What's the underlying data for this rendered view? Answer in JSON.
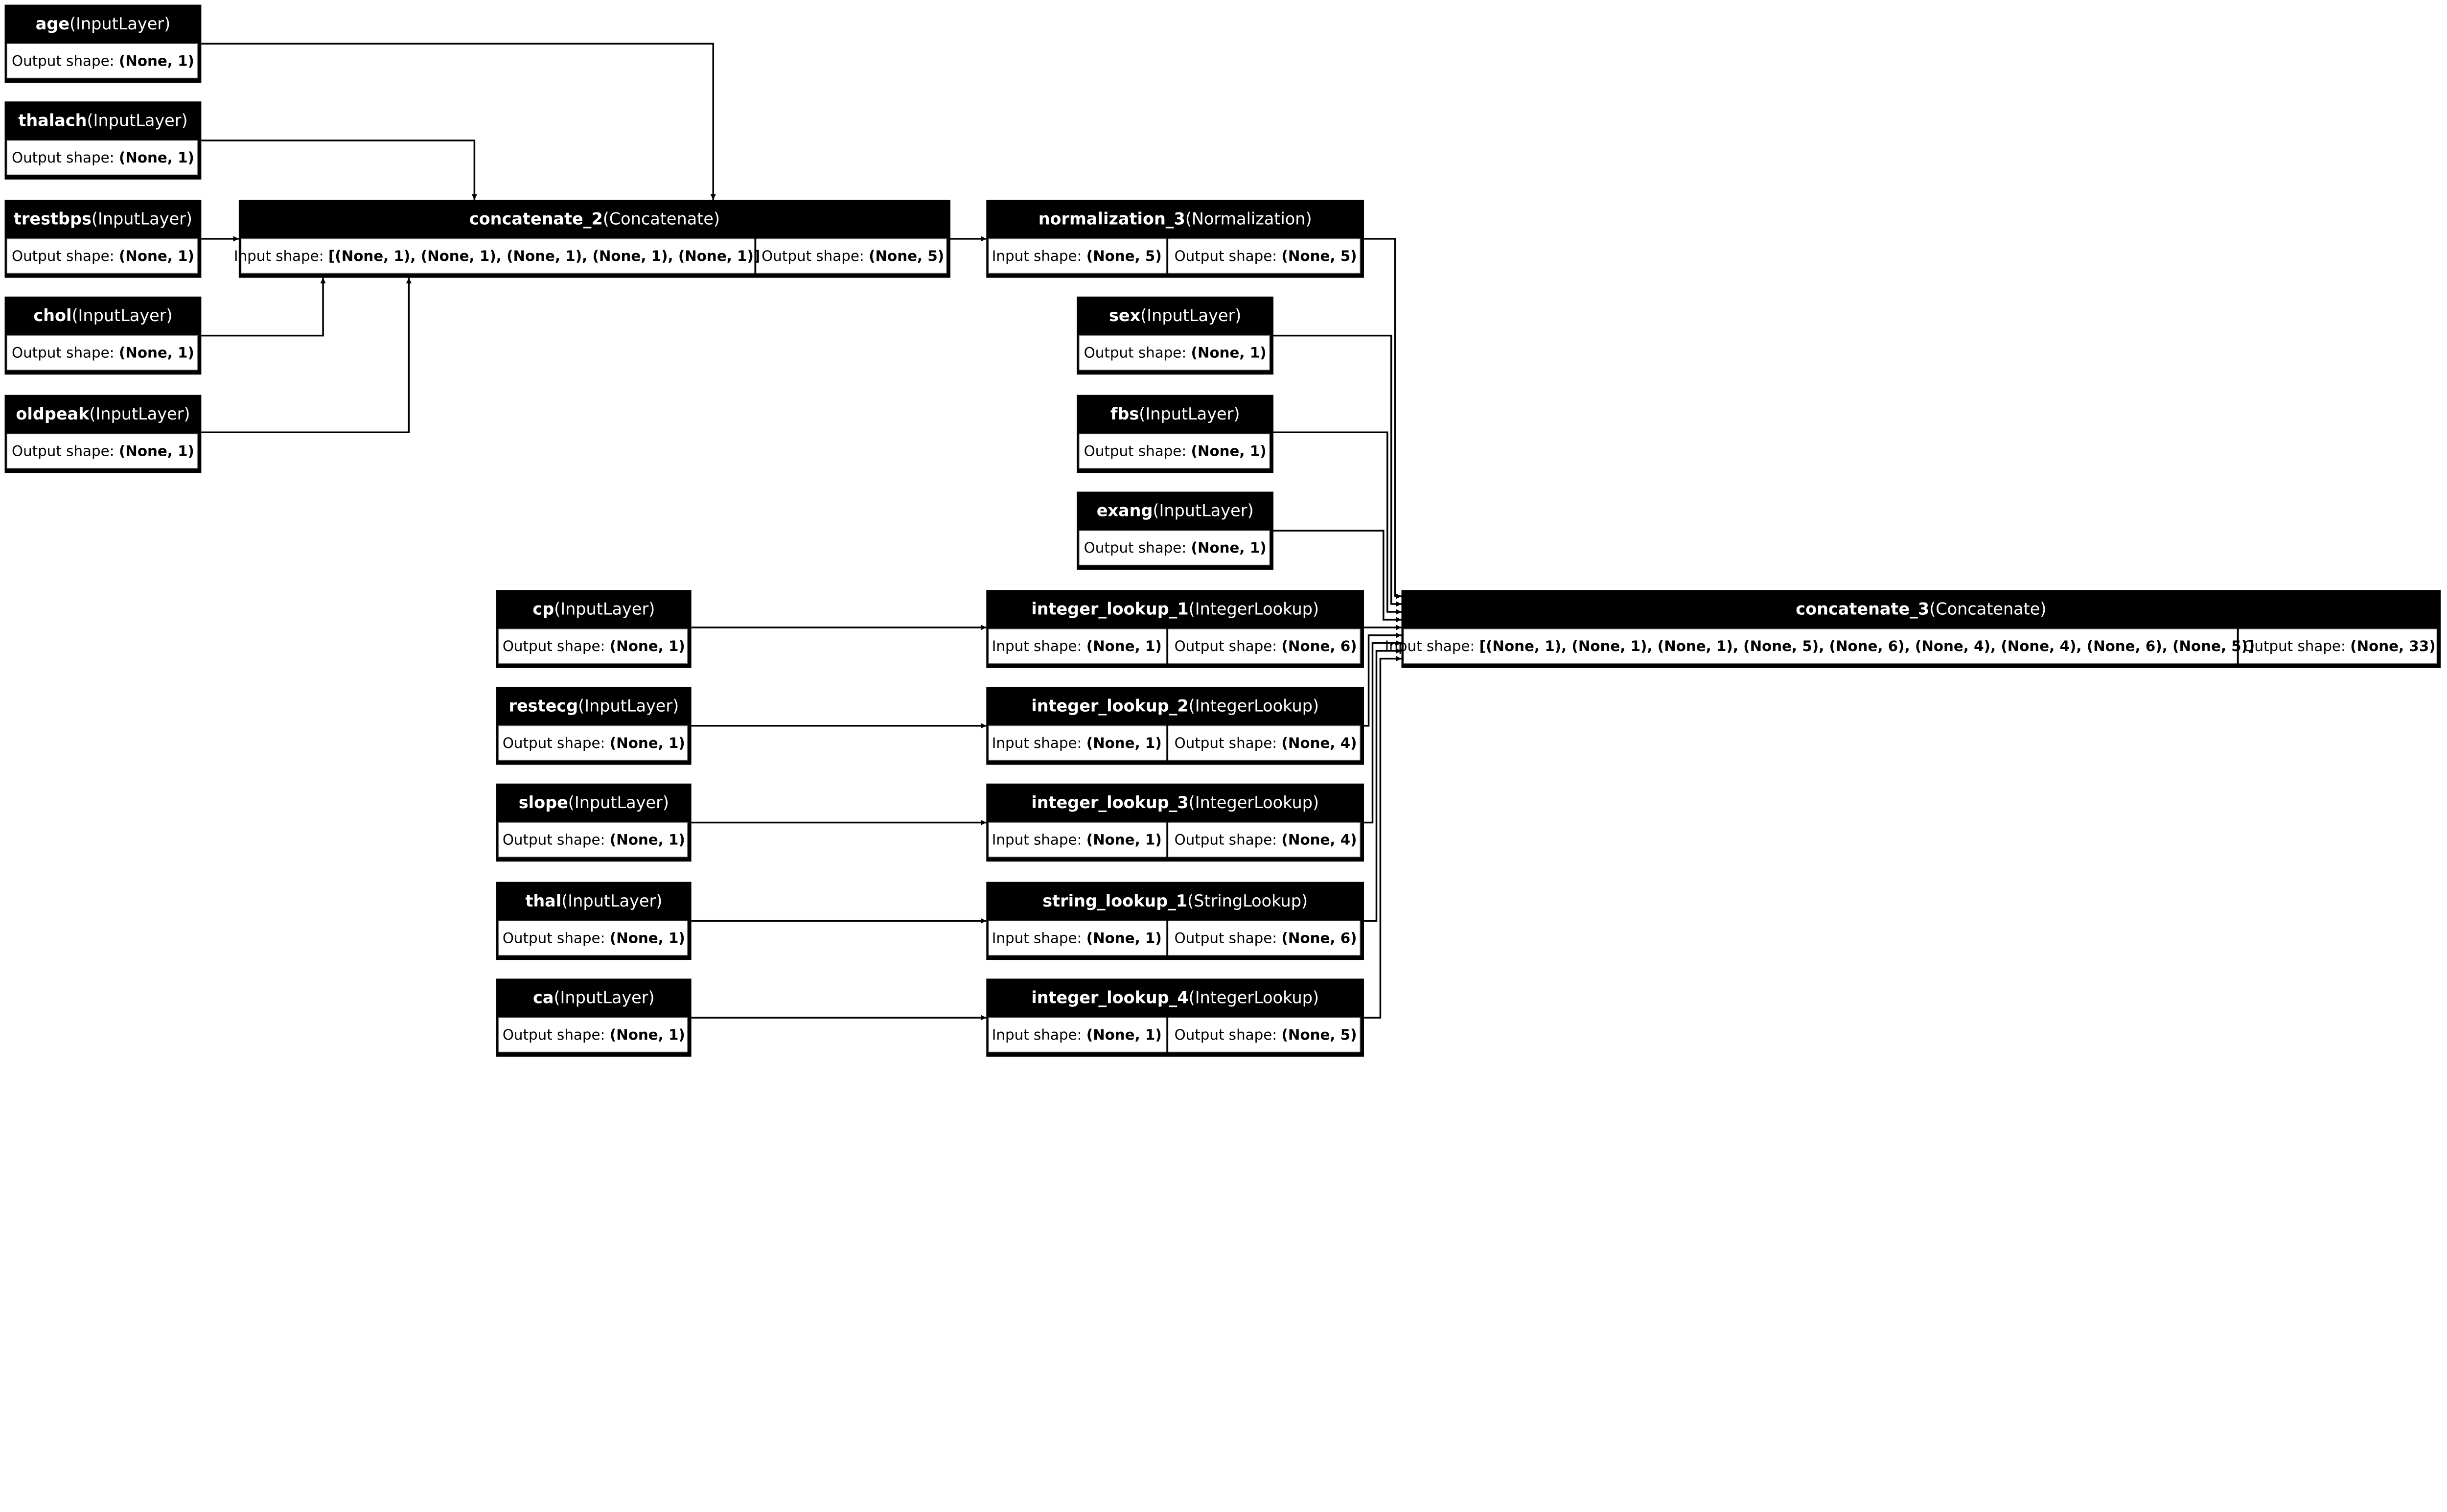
{
  "diagram": {
    "colors": {
      "header_bg": "#000000",
      "header_text": "#ffffff",
      "body_bg": "#ffffff",
      "edge": "#000000"
    },
    "labels": {
      "input_shape": "Input shape: ",
      "output_shape": "Output shape: "
    },
    "nodes": [
      {
        "id": "age",
        "name": "age",
        "type": "(InputLayer)",
        "output": "(None, 1)"
      },
      {
        "id": "thalach",
        "name": "thalach",
        "type": "(InputLayer)",
        "output": "(None, 1)"
      },
      {
        "id": "trestbps",
        "name": "trestbps",
        "type": "(InputLayer)",
        "output": "(None, 1)"
      },
      {
        "id": "chol",
        "name": "chol",
        "type": "(InputLayer)",
        "output": "(None, 1)"
      },
      {
        "id": "oldpeak",
        "name": "oldpeak",
        "type": "(InputLayer)",
        "output": "(None, 1)"
      },
      {
        "id": "concatenate_2",
        "name": "concatenate_2",
        "type": "(Concatenate)",
        "input": "[(None, 1), (None, 1), (None, 1), (None, 1), (None, 1)]",
        "output": "(None, 5)"
      },
      {
        "id": "normalization_3",
        "name": "normalization_3",
        "type": "(Normalization)",
        "input": "(None, 5)",
        "output": "(None, 5)"
      },
      {
        "id": "sex",
        "name": "sex",
        "type": "(InputLayer)",
        "output": "(None, 1)"
      },
      {
        "id": "fbs",
        "name": "fbs",
        "type": "(InputLayer)",
        "output": "(None, 1)"
      },
      {
        "id": "exang",
        "name": "exang",
        "type": "(InputLayer)",
        "output": "(None, 1)"
      },
      {
        "id": "cp",
        "name": "cp",
        "type": "(InputLayer)",
        "output": "(None, 1)"
      },
      {
        "id": "restecg",
        "name": "restecg",
        "type": "(InputLayer)",
        "output": "(None, 1)"
      },
      {
        "id": "slope",
        "name": "slope",
        "type": "(InputLayer)",
        "output": "(None, 1)"
      },
      {
        "id": "thal",
        "name": "thal",
        "type": "(InputLayer)",
        "output": "(None, 1)"
      },
      {
        "id": "ca",
        "name": "ca",
        "type": "(InputLayer)",
        "output": "(None, 1)"
      },
      {
        "id": "integer_lookup_1",
        "name": "integer_lookup_1",
        "type": "(IntegerLookup)",
        "input": "(None, 1)",
        "output": "(None, 6)"
      },
      {
        "id": "integer_lookup_2",
        "name": "integer_lookup_2",
        "type": "(IntegerLookup)",
        "input": "(None, 1)",
        "output": "(None, 4)"
      },
      {
        "id": "integer_lookup_3",
        "name": "integer_lookup_3",
        "type": "(IntegerLookup)",
        "input": "(None, 1)",
        "output": "(None, 4)"
      },
      {
        "id": "string_lookup_1",
        "name": "string_lookup_1",
        "type": "(StringLookup)",
        "input": "(None, 1)",
        "output": "(None, 6)"
      },
      {
        "id": "integer_lookup_4",
        "name": "integer_lookup_4",
        "type": "(IntegerLookup)",
        "input": "(None, 1)",
        "output": "(None, 5)"
      },
      {
        "id": "concatenate_3",
        "name": "concatenate_3",
        "type": "(Concatenate)",
        "input": "[(None, 1), (None, 1), (None, 1), (None, 5), (None, 6), (None, 4), (None, 4), (None, 6), (None, 5)]",
        "output": "(None, 33)"
      }
    ],
    "edges": [
      {
        "from": "age",
        "to": "concatenate_2"
      },
      {
        "from": "thalach",
        "to": "concatenate_2"
      },
      {
        "from": "trestbps",
        "to": "concatenate_2"
      },
      {
        "from": "chol",
        "to": "concatenate_2"
      },
      {
        "from": "oldpeak",
        "to": "concatenate_2"
      },
      {
        "from": "concatenate_2",
        "to": "normalization_3"
      },
      {
        "from": "cp",
        "to": "integer_lookup_1"
      },
      {
        "from": "restecg",
        "to": "integer_lookup_2"
      },
      {
        "from": "slope",
        "to": "integer_lookup_3"
      },
      {
        "from": "thal",
        "to": "string_lookup_1"
      },
      {
        "from": "ca",
        "to": "integer_lookup_4"
      },
      {
        "from": "normalization_3",
        "to": "concatenate_3"
      },
      {
        "from": "sex",
        "to": "concatenate_3"
      },
      {
        "from": "fbs",
        "to": "concatenate_3"
      },
      {
        "from": "exang",
        "to": "concatenate_3"
      },
      {
        "from": "integer_lookup_1",
        "to": "concatenate_3"
      },
      {
        "from": "integer_lookup_2",
        "to": "concatenate_3"
      },
      {
        "from": "integer_lookup_3",
        "to": "concatenate_3"
      },
      {
        "from": "string_lookup_1",
        "to": "concatenate_3"
      },
      {
        "from": "integer_lookup_4",
        "to": "concatenate_3"
      }
    ]
  }
}
